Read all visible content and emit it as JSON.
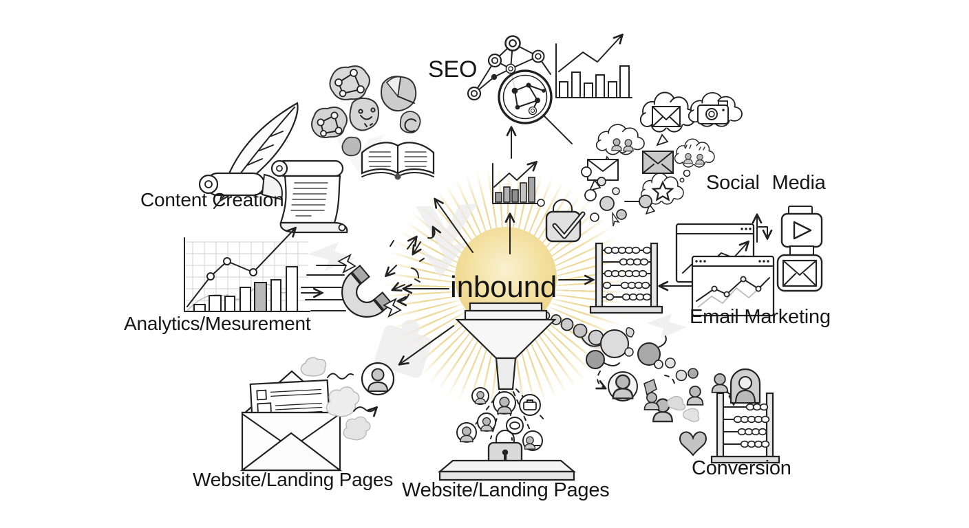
{
  "diagram": {
    "center_label": "inbound",
    "labels": {
      "seo": "SEO",
      "content_creation": "Content Creation",
      "analytics": "Analytics/Mesurement",
      "website_left": "Website/Landing Pages",
      "website_center": "Website/Landing Pages",
      "conversion": "Conversion",
      "email_marketing": "Email Marketing",
      "social_media": "Social Media"
    }
  },
  "icons": {
    "sun-icon": "☀",
    "funnel-icon": "▽",
    "mini-bar-chart-icon": "📊",
    "seo-network-magnifier-icon": "🔍",
    "seo-bar-chart-icon": "📈",
    "idea-blobs-icon": "☁",
    "open-book-icon": "📖",
    "quill-pen-icon": "🖋",
    "scroll-icon": "📜",
    "tall-scroll-icon": "📜",
    "analytics-chart-icon": "📈",
    "magnet-icon": "🧲",
    "thought-bubble-envelope-icon": "✉",
    "thought-bubble-camera-icon": "📷",
    "thought-bubble-people-icon": "👥",
    "thought-bubble-chat-icon": "💬",
    "thought-bubble-star-icon": "★",
    "send-envelope-icon": "✉",
    "gray-envelope-icon": "✉",
    "padlock-check-icon": "🔒✓",
    "email-abacus-icon": "🧮",
    "browser-analytics-window-icon": "🗔",
    "browser-chart-window-icon": "🗔",
    "video-player-icon": "▶",
    "envelope-app-icon": "✉",
    "lead-stream-icon": "●●●",
    "person-badge-icon": "👤",
    "conversion-abacus-icon": "🧮",
    "heart-icon": "♥",
    "open-envelope-letter-icon": "✉",
    "visitor-avatar-icon": "👤",
    "funnel-output-leads-icon": "●",
    "padlock-keyhole-icon": "🔒",
    "platform-icon": "▭",
    "cloud-icon": "☁",
    "arrow-icon": "→"
  },
  "colors": {
    "background": "#ffffff",
    "ink": "#222222",
    "sun_core": "#f8efcd",
    "sun_edge": "#eed387",
    "ray": "#ebd48e",
    "fill_light": "#f1f1f1",
    "fill_mid": "#cfcfcf",
    "fill_dark": "#9e9e9e"
  }
}
